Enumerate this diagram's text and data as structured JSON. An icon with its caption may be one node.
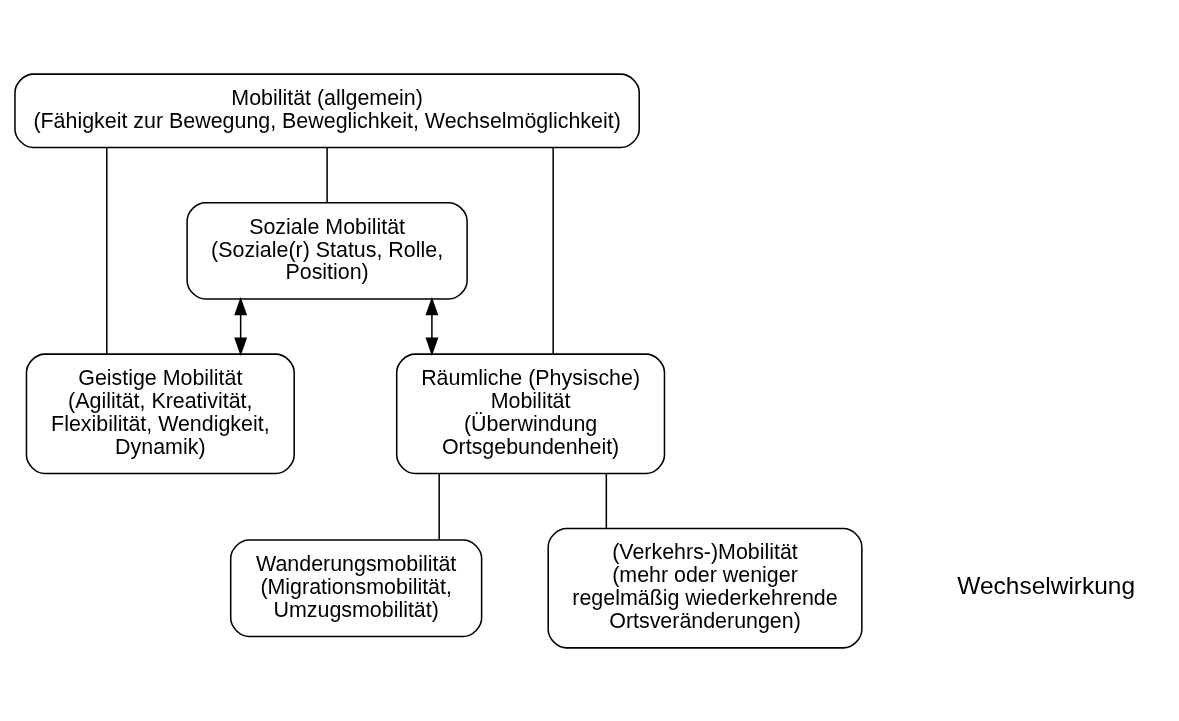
{
  "diagram": {
    "nodes": [
      {
        "text": [
          "Mobilität (allgemein)",
          "(Fähigkeit zur Bewegung, Beweglichkeit, Wechselmöglichkeit)"
        ]
      },
      {
        "text": [
          "Soziale Mobilität",
          "(Soziale(r) Status, Rolle, Position)"
        ]
      },
      {
        "text": [
          "Geistige Mobilität",
          "(Agilität, Kreativität, Flexibilität, Wendigkeit, Dynamik)"
        ]
      },
      {
        "text": [
          "Räumliche (Physische) Mobilität",
          "(Überwindung Ortsgebundenheit)"
        ]
      },
      {
        "text": [
          "Wanderungsmobilität",
          "(Migrationsmobilität, Umzugsmobilität)"
        ]
      },
      {
        "text": [
          "(Verkehrs-)Mobilität",
          "(mehr oder weniger regelmäßig wiederkehrende Ortsveränderungen)"
        ]
      }
    ],
    "edges": [
      {
        "from": 0,
        "to": 1,
        "arrow": "none"
      },
      {
        "from": 0,
        "to": 2,
        "arrow": "none"
      },
      {
        "from": 0,
        "to": 3,
        "arrow": "none"
      },
      {
        "from": 1,
        "to": 2,
        "arrow": "both"
      },
      {
        "from": 1,
        "to": 3,
        "arrow": "both"
      },
      {
        "from": 3,
        "to": 4,
        "arrow": "none"
      },
      {
        "from": 3,
        "to": 5,
        "arrow": "none"
      }
    ],
    "legend": [
      {
        "text": "Wechselwirkung"
      }
    ]
  }
}
